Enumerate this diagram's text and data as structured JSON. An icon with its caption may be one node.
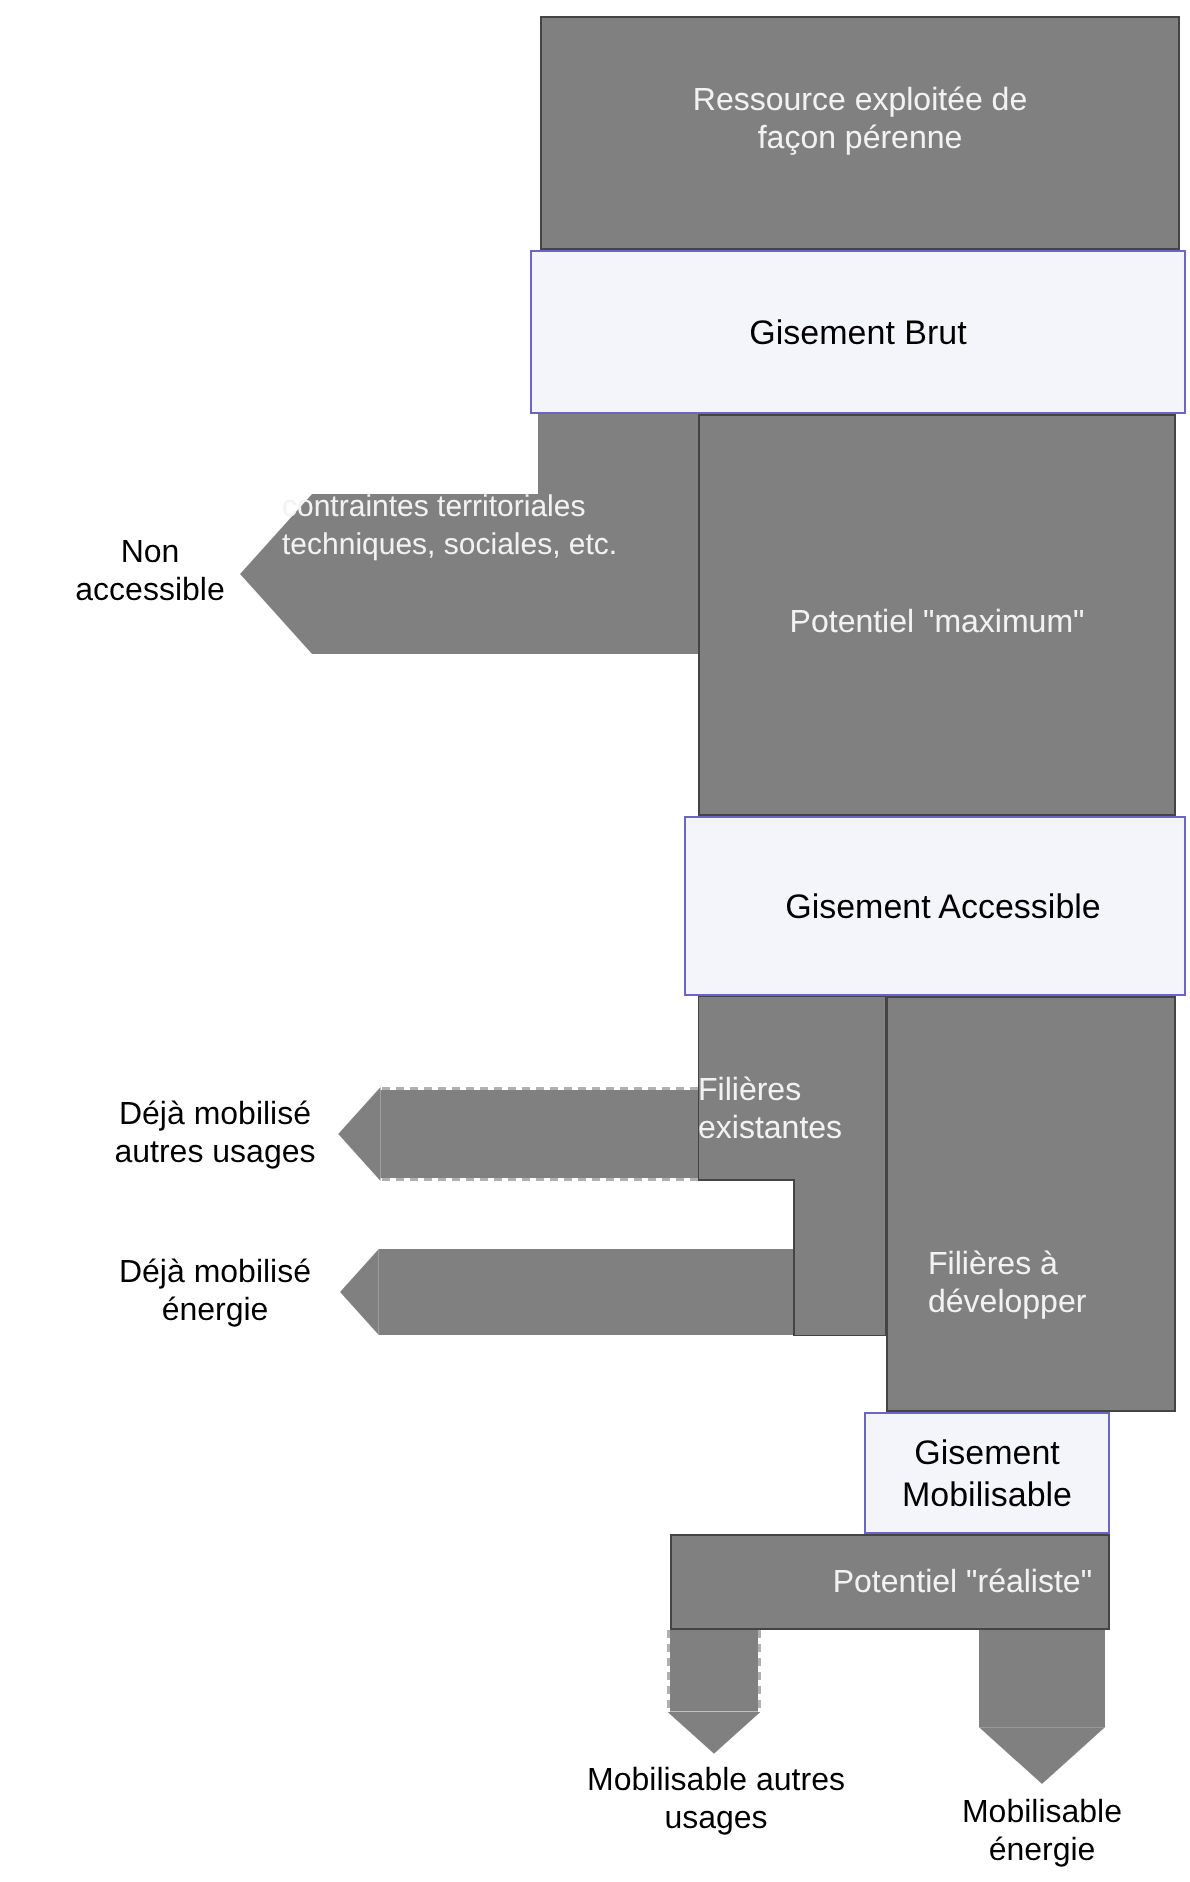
{
  "diagram": {
    "nodes": [
      {
        "text": [
          "Ressource exploitée de façon pérenne"
        ]
      },
      {
        "text": [
          "Gisement Brut"
        ]
      },
      {
        "text": [
          "Potentiel \"maximum\""
        ]
      },
      {
        "text": [
          "Non accessible"
        ]
      },
      {
        "text": [
          "Gisement Accessible"
        ]
      },
      {
        "text": [
          "Filières existantes"
        ]
      },
      {
        "text": [
          "Déjà mobilisé autres usages"
        ]
      },
      {
        "text": [
          "Déjà mobilisé énergie"
        ]
      },
      {
        "text": [
          "Filières à développer"
        ]
      },
      {
        "text": [
          "Gisement Mobilisable"
        ]
      },
      {
        "text": [
          "Potentiel \"réaliste\""
        ]
      },
      {
        "text": [
          "Mobilisable autres usages"
        ]
      },
      {
        "text": [
          "Mobilisable énergie"
        ]
      }
    ],
    "edges": [
      {
        "from": 1,
        "to": 3,
        "arrow": "to",
        "label": "contraintes territoriales techniques, sociales, etc."
      },
      {
        "from": 5,
        "to": 6,
        "arrow": "to",
        "style": "dashed"
      },
      {
        "from": 5,
        "to": 7,
        "arrow": "to"
      },
      {
        "from": 10,
        "to": 11,
        "arrow": "to",
        "style": "dashed"
      },
      {
        "from": 10,
        "to": 12,
        "arrow": "to"
      }
    ]
  }
}
